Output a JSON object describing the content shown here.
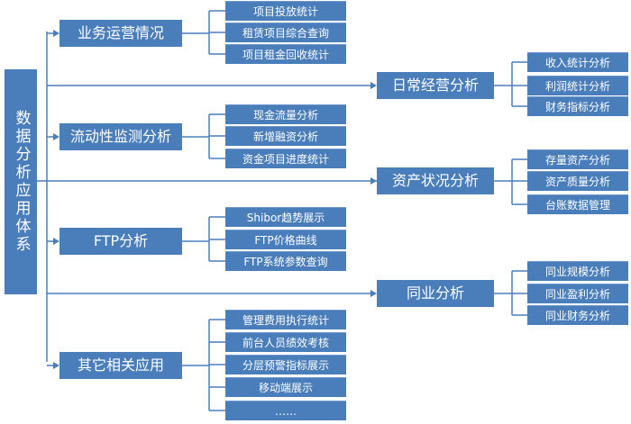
{
  "diagram": {
    "root": {
      "label": "数据分析应用体系"
    },
    "left_branches": [
      {
        "label": "业务运营情况",
        "items": [
          "项目投放统计",
          "租赁项目综合查询",
          "项目租金回收统计"
        ]
      },
      {
        "label": "流动性监测分析",
        "items": [
          "现金流量分析",
          "新增融资分析",
          "资金项目进度统计"
        ]
      },
      {
        "label": "FTP分析",
        "items": [
          "Shibor趋势展示",
          "FTP价格曲线",
          "FTP系统参数查询"
        ]
      },
      {
        "label": "其它相关应用",
        "items": [
          "管理费用执行统计",
          "前台人员绩效考核",
          "分层预警指标展示",
          "移动端展示",
          "……"
        ]
      }
    ],
    "right_branches": [
      {
        "label": "日常经营分析",
        "items": [
          "收入统计分析",
          "利润统计分析",
          "财务指标分析"
        ]
      },
      {
        "label": "资产状况分析",
        "items": [
          "存量资产分析",
          "资产质量分析",
          "台账数据管理"
        ]
      },
      {
        "label": "同业分析",
        "items": [
          "同业规模分析",
          "同业盈利分析",
          "同业财务分析"
        ]
      }
    ],
    "colors": {
      "box_fill": "#4a7ebb",
      "box_text": "#ffffff",
      "connector": "#4a7ebb"
    }
  }
}
